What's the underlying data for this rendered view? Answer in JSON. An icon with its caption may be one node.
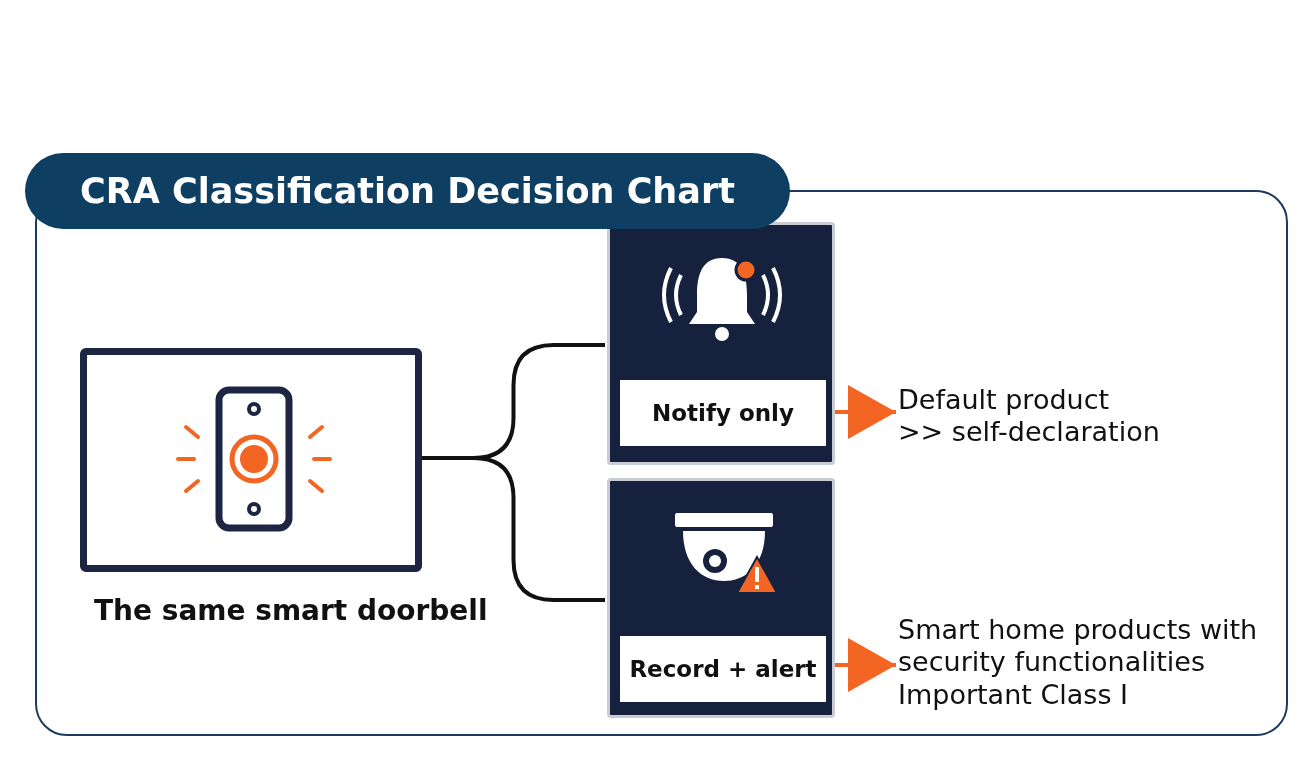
{
  "diagram": {
    "title": "CRA Classification Decision Chart",
    "nodes": [
      {
        "text": [
          "The same smart doorbell"
        ]
      },
      {
        "text": [
          "Notify only"
        ]
      },
      {
        "text": [
          "Record + alert"
        ]
      },
      {
        "text": [
          "Default product",
          ">> self-declaration"
        ]
      },
      {
        "text": [
          "Smart home products with security functionalities",
          "Important Class I"
        ]
      }
    ],
    "edges": [
      {
        "from": 0,
        "to": 1,
        "arrow": "none"
      },
      {
        "from": 0,
        "to": 2,
        "arrow": "none"
      },
      {
        "from": 1,
        "to": 3,
        "arrow": "to",
        "color": "#f26522"
      },
      {
        "from": 2,
        "to": 4,
        "arrow": "to",
        "color": "#f26522"
      }
    ]
  }
}
